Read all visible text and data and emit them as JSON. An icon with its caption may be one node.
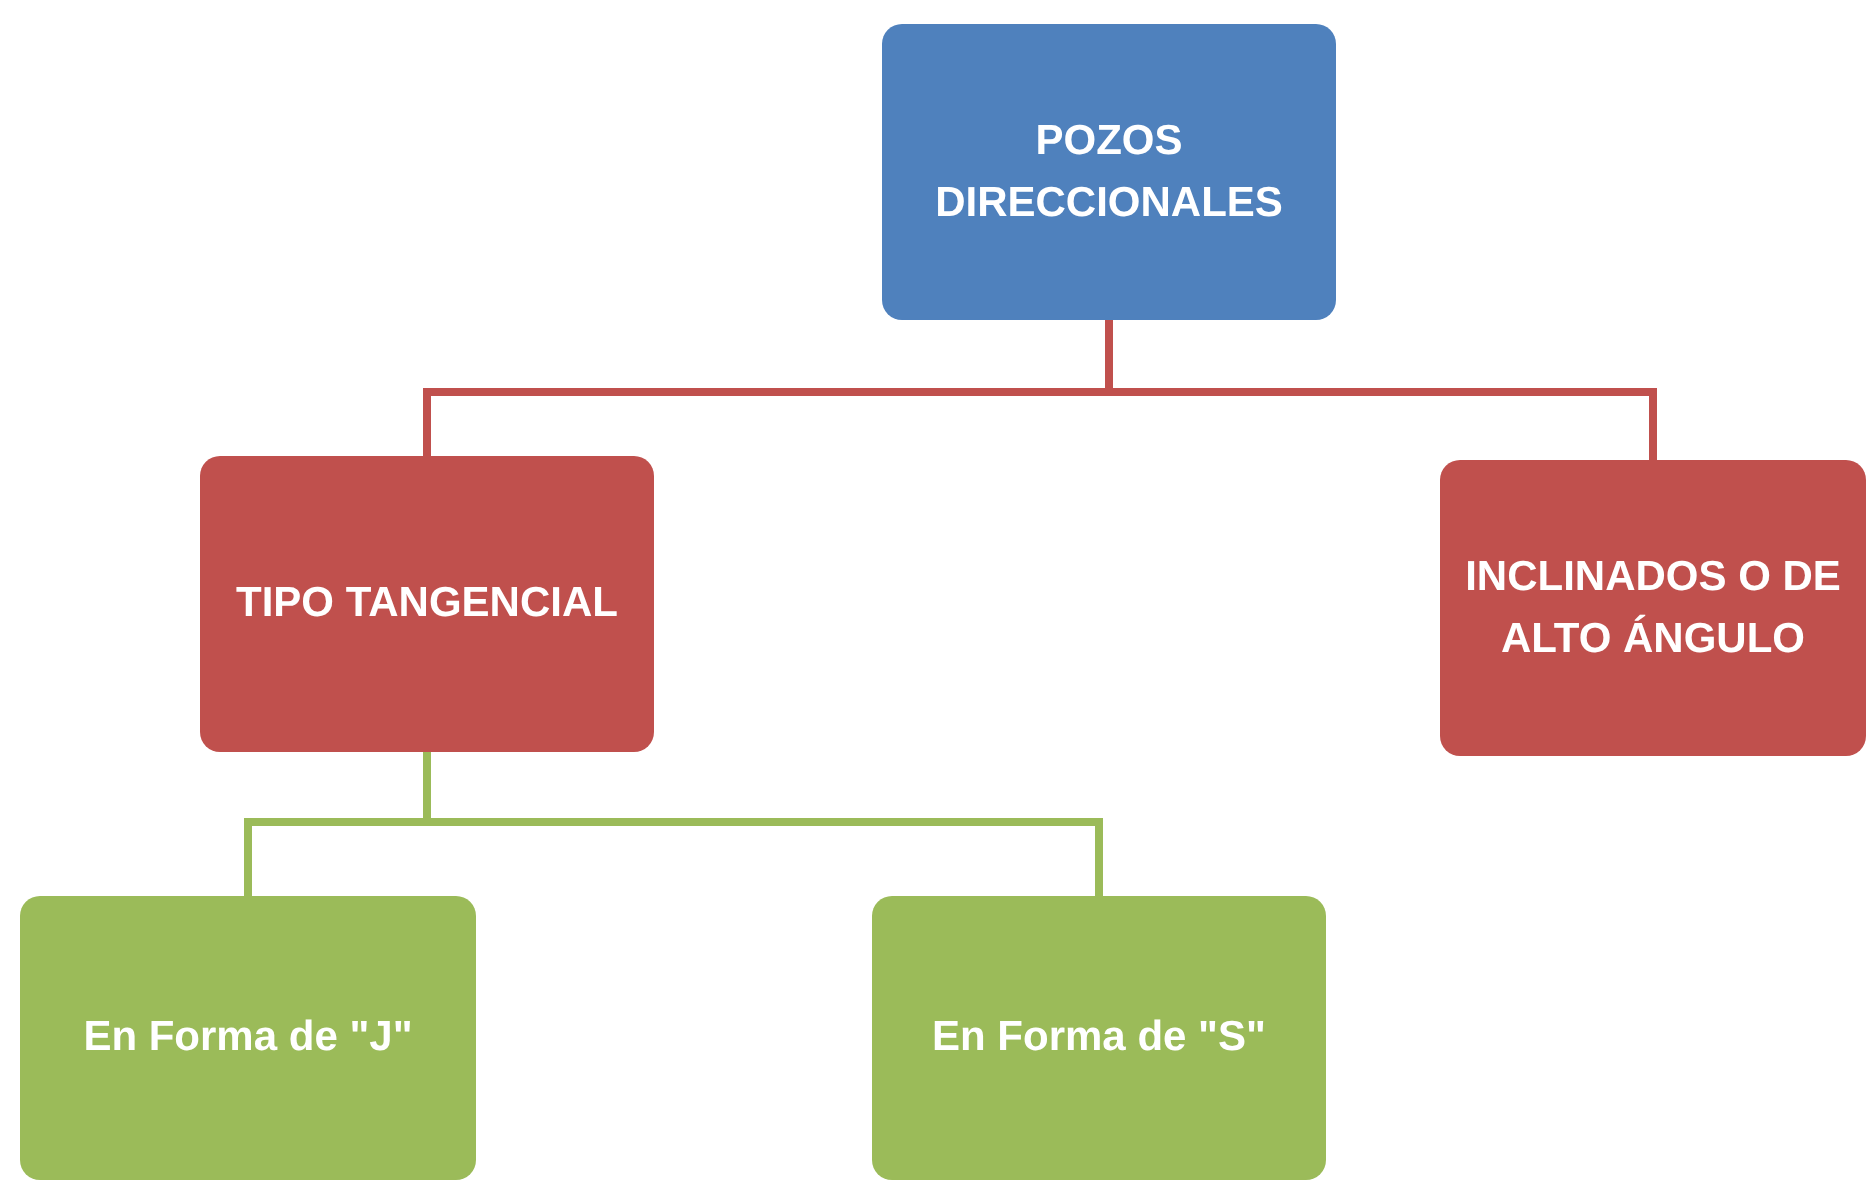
{
  "diagram": {
    "nodes": [
      {
        "text": [
          "POZOS DIRECCIONALES"
        ]
      },
      {
        "text": [
          "TIPO TANGENCIAL"
        ]
      },
      {
        "text": [
          "INCLINADOS O DE ALTO ÁNGULO"
        ]
      },
      {
        "text": [
          "En Forma de \"J\""
        ]
      },
      {
        "text": [
          "En Forma de \"S\""
        ]
      }
    ],
    "edges": [
      {
        "from": 0,
        "to": 1,
        "arrow": "none",
        "color": "#c0504d"
      },
      {
        "from": 0,
        "to": 2,
        "arrow": "none",
        "color": "#c0504d"
      },
      {
        "from": 1,
        "to": 3,
        "arrow": "none",
        "color": "#9bbb59"
      },
      {
        "from": 1,
        "to": 4,
        "arrow": "none",
        "color": "#9bbb59"
      }
    ]
  }
}
